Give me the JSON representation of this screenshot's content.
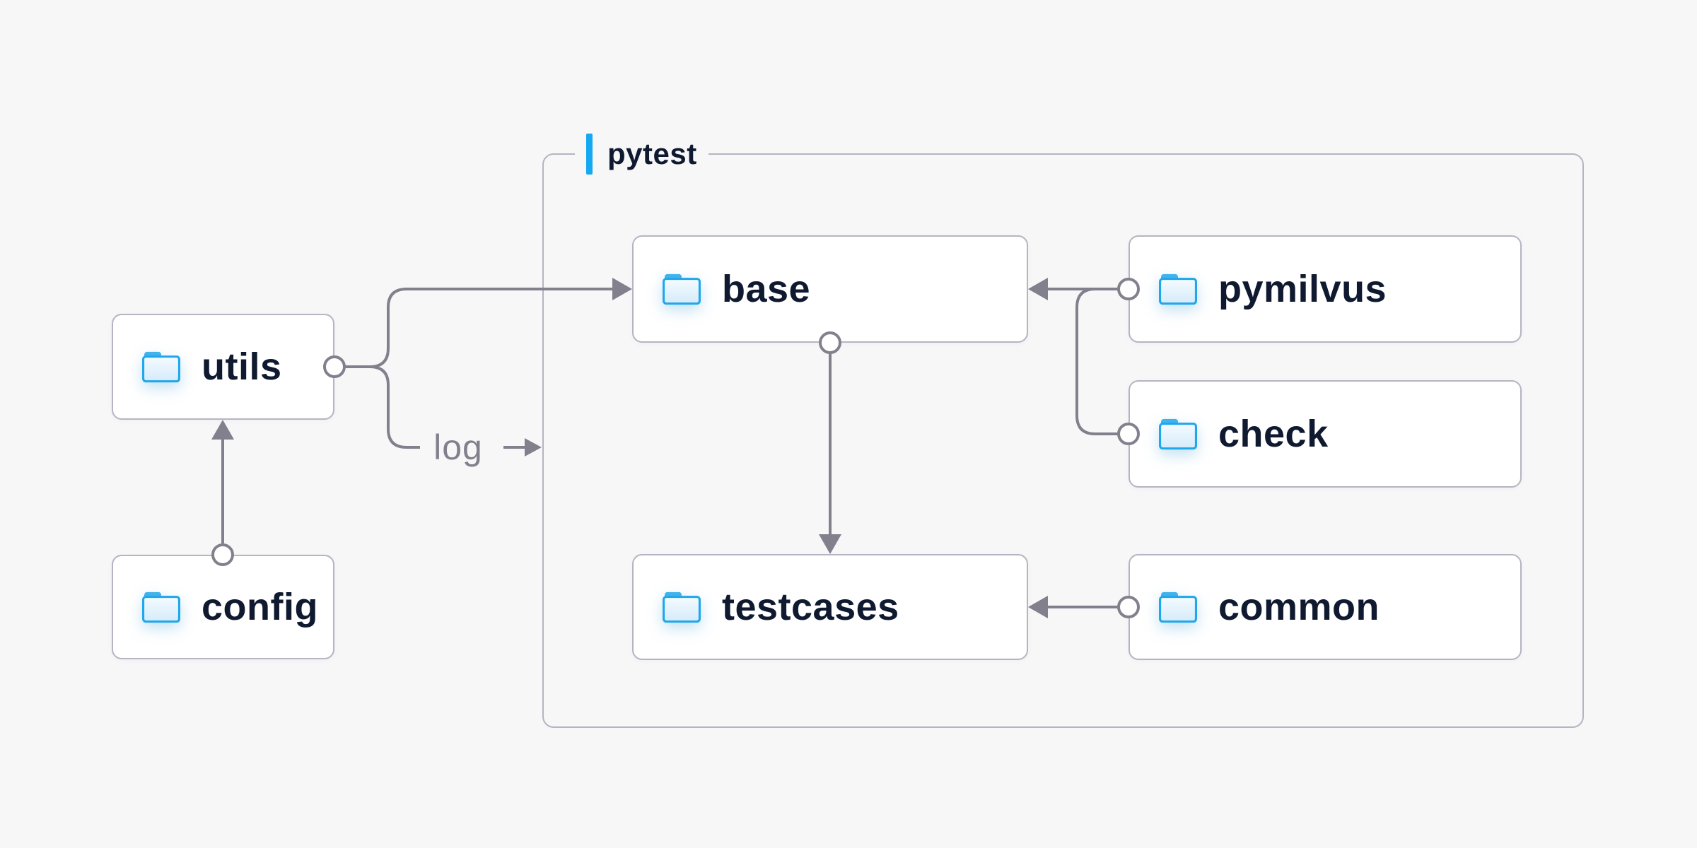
{
  "diagram": {
    "group": {
      "label": "pytest"
    },
    "nodes": [
      {
        "id": "utils",
        "label": "utils",
        "icon": "folder-icon"
      },
      {
        "id": "config",
        "label": "config",
        "icon": "folder-icon"
      },
      {
        "id": "base",
        "label": "base",
        "icon": "folder-icon"
      },
      {
        "id": "pymilvus",
        "label": "pymilvus",
        "icon": "folder-icon"
      },
      {
        "id": "check",
        "label": "check",
        "icon": "folder-icon"
      },
      {
        "id": "testcases",
        "label": "testcases",
        "icon": "folder-icon"
      },
      {
        "id": "common",
        "label": "common",
        "icon": "folder-icon"
      }
    ],
    "edges": [
      {
        "from": "config",
        "to": "utils",
        "label": ""
      },
      {
        "from": "utils",
        "to": "base",
        "label": ""
      },
      {
        "from": "utils",
        "to": "pytest-group",
        "label": "log"
      },
      {
        "from": "pymilvus",
        "to": "base",
        "label": ""
      },
      {
        "from": "check",
        "to": "base",
        "label": ""
      },
      {
        "from": "base",
        "to": "testcases",
        "label": ""
      },
      {
        "from": "common",
        "to": "testcases",
        "label": ""
      }
    ],
    "colors": {
      "background": "#f7f7f8",
      "node_background": "#ffffff",
      "node_border": "#b6b4c2",
      "group_border": "#b6b4c2",
      "connector": "#82808d",
      "label_text": "#0f1a30",
      "muted_text": "#82808d",
      "accent_blue": "#14a9f1",
      "folder_blue": "#1ea7ec"
    }
  }
}
